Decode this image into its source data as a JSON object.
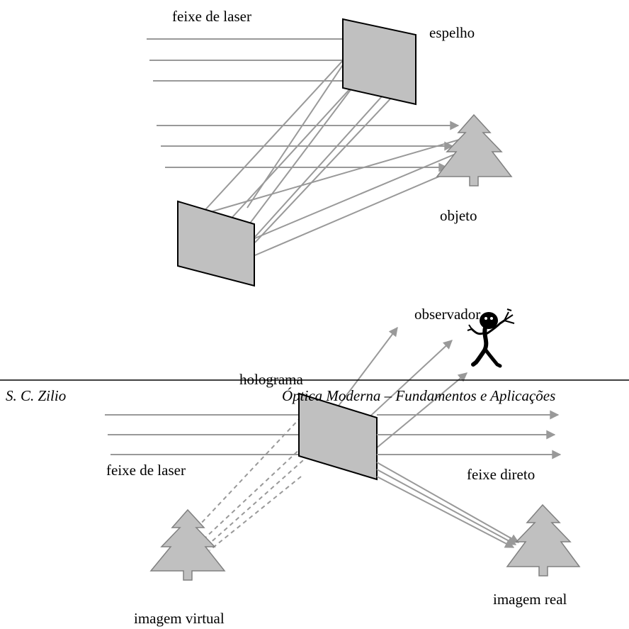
{
  "header": {
    "author": "S. C. Zilio",
    "book_title": "Óptica Moderna – Fundamentos e Aplicações"
  },
  "recording": {
    "laser_label": "feixe de laser",
    "mirror_label": "espelho",
    "object_label": "objeto"
  },
  "reconstruction": {
    "observer_label": "observador",
    "hologram_label": "holograma",
    "laser_label": "feixe de laser",
    "direct_beam_label": "feixe direto",
    "virtual_image_label": "imagem virtual",
    "real_image_label": "imagem real"
  },
  "colors": {
    "ray": "#999999",
    "plate_fill": "#c0c0c0",
    "tree_fill": "#c0c0c0"
  }
}
